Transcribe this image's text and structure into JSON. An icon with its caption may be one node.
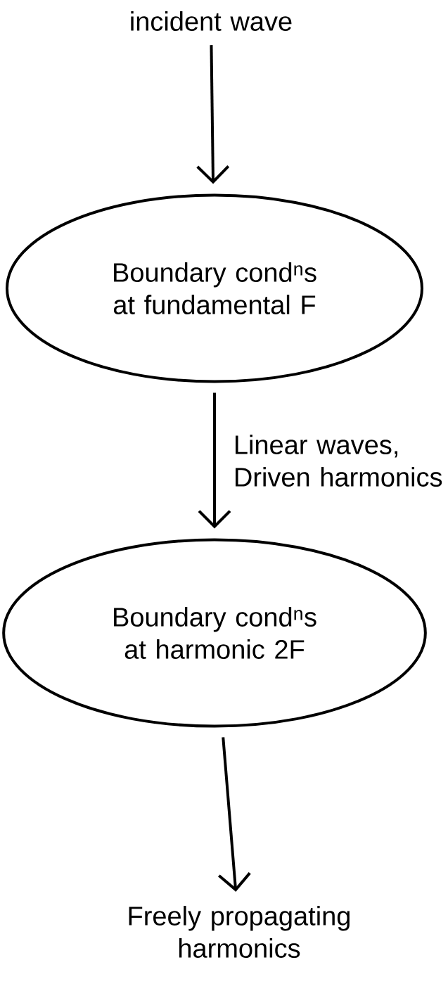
{
  "diagram": {
    "nodes": [
      {
        "text": [
          "incident wave"
        ]
      },
      {
        "text": [
          "Boundary cond$^{n}$s at fundamental F"
        ]
      },
      {
        "text": [
          "Boundary cond$^{n}$s at harmonic 2F"
        ]
      },
      {
        "text": [
          "Freely propagating harmonics"
        ]
      }
    ],
    "edges": [
      {
        "from": 0,
        "to": 1,
        "arrow": "to"
      },
      {
        "from": 1,
        "to": 2,
        "arrow": "to",
        "label": "Linear waves, Driven harmonics"
      },
      {
        "from": 2,
        "to": 3,
        "arrow": "to"
      }
    ]
  }
}
